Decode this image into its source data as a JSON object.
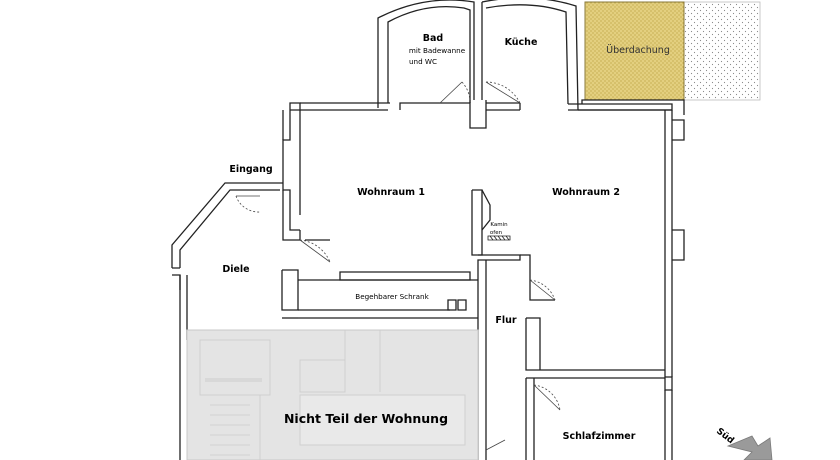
{
  "rooms": {
    "bad_title": "Bad",
    "bad_line1": "mit Badewanne",
    "bad_line2": "und WC",
    "kueche": "Küche",
    "ueberdachung": "Überdachung",
    "eingang": "Eingang",
    "wohnraum1": "Wohnraum 1",
    "wohnraum2": "Wohnraum 2",
    "kamin_line1": "Kamin",
    "kamin_line2": "ofen",
    "diele": "Diele",
    "schrank": "Begehbarer Schrank",
    "flur": "Flur",
    "nicht_teil": "Nicht Teil der Wohnung",
    "schlafzimmer": "Schlafzimmer"
  },
  "compass": {
    "label": "Süd"
  },
  "colors": {
    "wall": "#222222",
    "canopy_fill": "#e8d58c",
    "excluded_fill": "#e6e6e6",
    "compass_fill": "#9a9a9a"
  }
}
